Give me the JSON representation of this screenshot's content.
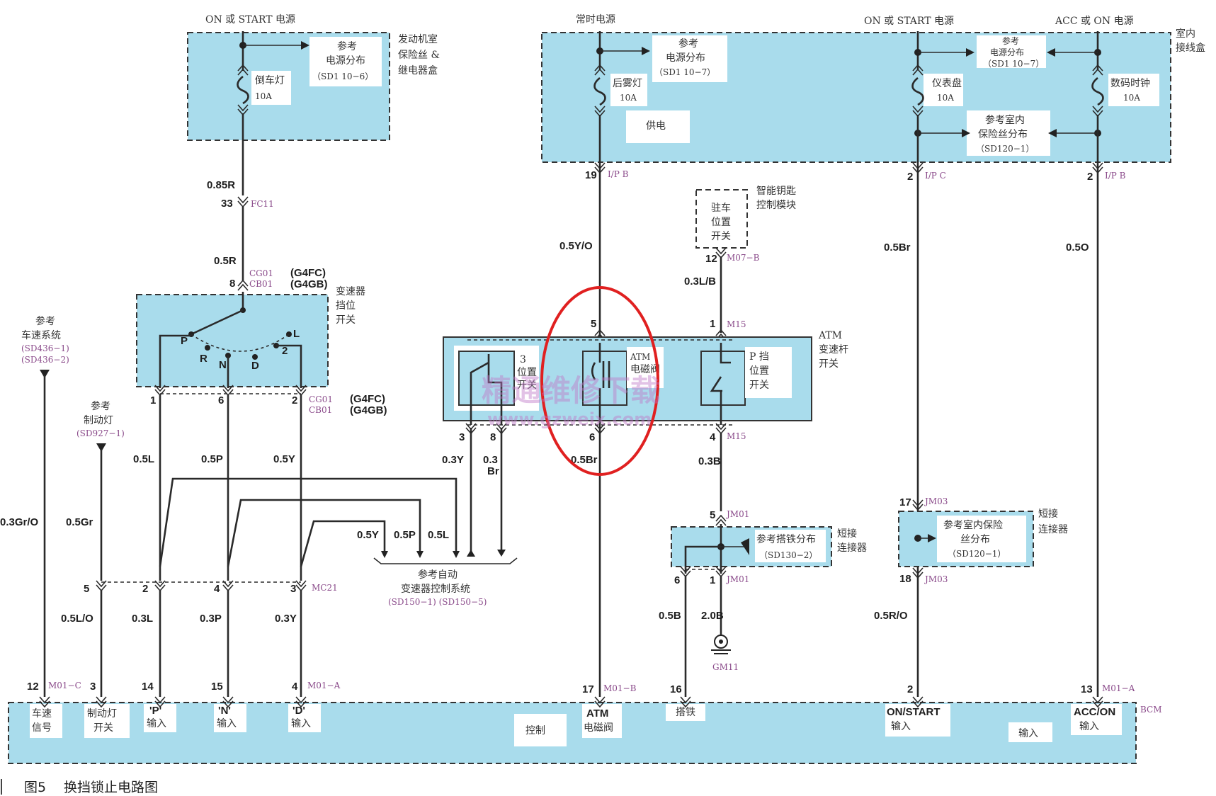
{
  "top_labels": {
    "on_start_left": "ON 或 START 电源",
    "constant_power": "常时电源",
    "on_start_right": "ON 或 START 电源",
    "acc_on": "ACC 或 ON 电源"
  },
  "engine_box": {
    "name_line1": "发动机室",
    "name_line2": "保险丝 &",
    "name_line3": "继电器盒",
    "ref_line1": "参考",
    "ref_line2": "电源分布",
    "ref_line3": "（SD1 10−6）",
    "fuse_name": "倒车灯",
    "fuse_amp": "10A"
  },
  "interior_box": {
    "name_line1": "室内",
    "name_line2": "接线盒",
    "ref1_line1": "参考",
    "ref1_line2": "电源分布",
    "ref1_line3": "（SD1 10−7）",
    "fog_name": "后雾灯",
    "fog_amp": "10A",
    "supply": "供电",
    "cluster_name": "仪表盘",
    "cluster_amp": "10A",
    "ref2_line1": "参考",
    "ref2_line2": "电源分布",
    "ref2_line3": "（SD1 10−7）",
    "clock_name": "数码时钟",
    "clock_amp": "10A",
    "ref3_line1": "参考室内",
    "ref3_line2": "保险丝分布",
    "ref3_line3": "（SD120−1）"
  },
  "wires": {
    "w085r": "0.85R",
    "w05r": "0.5R",
    "w05l": "0.5L",
    "w05p": "0.5P",
    "w05y": "0.5Y",
    "w03y": "0.3Y",
    "w03": "0.3",
    "wbr": "Br",
    "w05yo": "0.5Y/O",
    "w05br": "0.5Br",
    "w03lb": "0.3L/B",
    "w03b": "0.3B",
    "w05b_top": "0.5Br",
    "w05o": "0.5O",
    "w03gro": "0.3Gr/O",
    "w05gr": "0.5Gr",
    "w05y2": "0.5Y",
    "w05p2": "0.5P",
    "w05l2": "0.5L",
    "w05lo": "0.5L/O",
    "w03l": "0.3L",
    "w03p": "0.3P",
    "w03y2": "0.3Y",
    "w05b": "0.5B",
    "w20b": "2.0B",
    "w05ro": "0.5R/O"
  },
  "pins": {
    "p33": "33",
    "p8": "8",
    "p1": "1",
    "p6": "6",
    "p2": "2",
    "p3": "3",
    "p8b": "8",
    "p5a": "5",
    "p6b": "6",
    "p19": "19",
    "p12": "12",
    "p1b": "1",
    "p4": "4",
    "p5b": "5",
    "p6c": "6",
    "p1c": "1",
    "p2b": "2",
    "p17": "17",
    "p18": "18",
    "p2c": "2",
    "p5c": "5",
    "p2d": "2",
    "p4b": "4",
    "p3b": "3",
    "b12": "12",
    "b3": "3",
    "b14": "14",
    "b15": "15",
    "b4": "4",
    "b17": "17",
    "b16": "16",
    "b2": "2",
    "b13": "13"
  },
  "connectors": {
    "fc11": "FC11",
    "cg01": "CG01",
    "cb01": "CB01",
    "cg01b": "CG01",
    "cb01b": "CB01",
    "ipb": "I/P  B",
    "m07": "M07−B",
    "m15a": "M15",
    "m15b": "M15",
    "jm01a": "JM01",
    "jm01b": "JM01",
    "ipc": "I/P  C",
    "ipb2": "I/P  B",
    "jm03a": "JM03",
    "jm03b": "JM03",
    "mc21": "MC21",
    "m01c": "M01−C",
    "m01a": "M01−A",
    "m01b": "M01−B",
    "m01a2": "M01−A",
    "gm11": "GM11",
    "bcm": "BCM"
  },
  "engine_codes": {
    "g4fc": "(G4FC)",
    "g4gb": "(G4GB)",
    "g4fc2": "(G4FC)",
    "g4gb2": "(G4GB)"
  },
  "shift_switch": {
    "name_line1": "变速器",
    "name_line2": "挡位",
    "name_line3": "开关",
    "pos_p": "P",
    "pos_r": "R",
    "pos_n": "N",
    "pos_d": "D",
    "pos_2": "2",
    "pos_l": "L"
  },
  "refs_left": {
    "speed_line1": "参考",
    "speed_line2": "车速系统",
    "speed_line3": "(SD436−1)",
    "speed_line4": "(SD436−2)",
    "brake_line1": "参考",
    "brake_line2": "制动灯",
    "brake_line3": "(SD927−1)",
    "tcm_line1": "参考自动",
    "tcm_line2": "变速器控制系统",
    "tcm_line3": "(SD150−1)  (SD150−5)"
  },
  "smart_key": {
    "name_line1": "智能钥匙",
    "name_line2": "控制模块",
    "switch_line1": "驻车",
    "switch_line2": "位置",
    "switch_line3": "开关"
  },
  "atm": {
    "name_line1": "ATM",
    "name_line2": "变速杆",
    "name_line3": "开关",
    "sw3_line1": "3",
    "sw3_line2": "位置",
    "sw3_line3": "开关",
    "sol_line1": "ATM",
    "sol_line2": "电磁阀",
    "p_line1": "P 挡",
    "p_line2": "位置",
    "p_line3": "开关"
  },
  "ground_box": {
    "ref_line1": "参考搭铁分布",
    "ref_line2": "（SD130−2）",
    "name_line1": "短接",
    "name_line2": "连接器"
  },
  "fuse_ref_box": {
    "ref_line1": "参考室内保险",
    "ref_line2": "丝分布",
    "ref_line3": "（SD120−1）",
    "name_line1": "短接",
    "name_line2": "连接器"
  },
  "bcm": {
    "speed_line1": "车速",
    "speed_line2": "信号",
    "brake_line1": "制动灯",
    "brake_line2": "开关",
    "p_line1": "'P'",
    "p_line2": "输入",
    "n_line1": "'N'",
    "n_line2": "输入",
    "d_line1": "'D'",
    "d_line2": "输入",
    "control": "控制",
    "atm_line1": "ATM",
    "atm_line2": "电磁阀",
    "ground": "搭铁",
    "onstart_line1": "ON/START",
    "onstart_line2": "输入",
    "input": "输入",
    "accon_line1": "ACC/ON",
    "accon_line2": "输入"
  },
  "watermark": {
    "cn": "精通维修下载",
    "url": "www.gzweix.com"
  },
  "caption": {
    "figure": "图5",
    "title": "换挡锁止电路图"
  },
  "colors": {
    "box_fill": "#a9dcec",
    "highlight_ring": "#e02020",
    "wire": "#2a2a2a"
  }
}
